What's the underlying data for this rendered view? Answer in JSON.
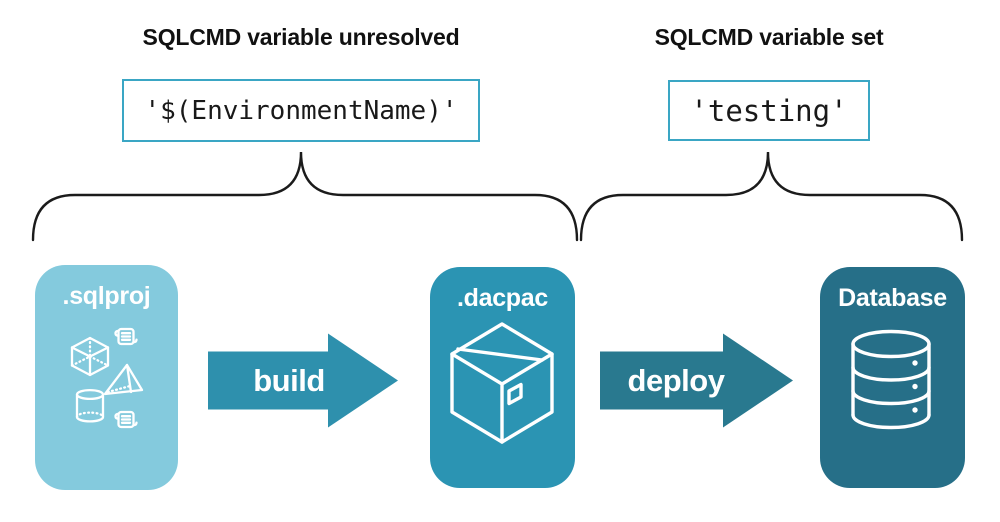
{
  "diagram": {
    "left_group": {
      "heading": "SQLCMD variable unresolved",
      "code": "'$(EnvironmentName)'"
    },
    "right_group": {
      "heading": "SQLCMD variable set",
      "code": "'testing'"
    },
    "stages": [
      {
        "label": ".sqlproj",
        "icon": "sql-objects-icon",
        "color": "#84cadd"
      },
      {
        "label": ".dacpac",
        "icon": "package-box-icon",
        "color": "#2b94b3"
      },
      {
        "label": "Database",
        "icon": "database-cylinder-icon",
        "color": "#266f88"
      }
    ],
    "arrows": [
      {
        "label": "build",
        "color": "#2e90ad"
      },
      {
        "label": "deploy",
        "color": "#29798f"
      }
    ],
    "colors": {
      "background": "#ffffff",
      "code_box_border": "#3aa6c4",
      "brace_stroke": "#1b1b1b",
      "heading_text": "#111111",
      "code_text": "#191919",
      "card_text": "#ffffff"
    }
  }
}
